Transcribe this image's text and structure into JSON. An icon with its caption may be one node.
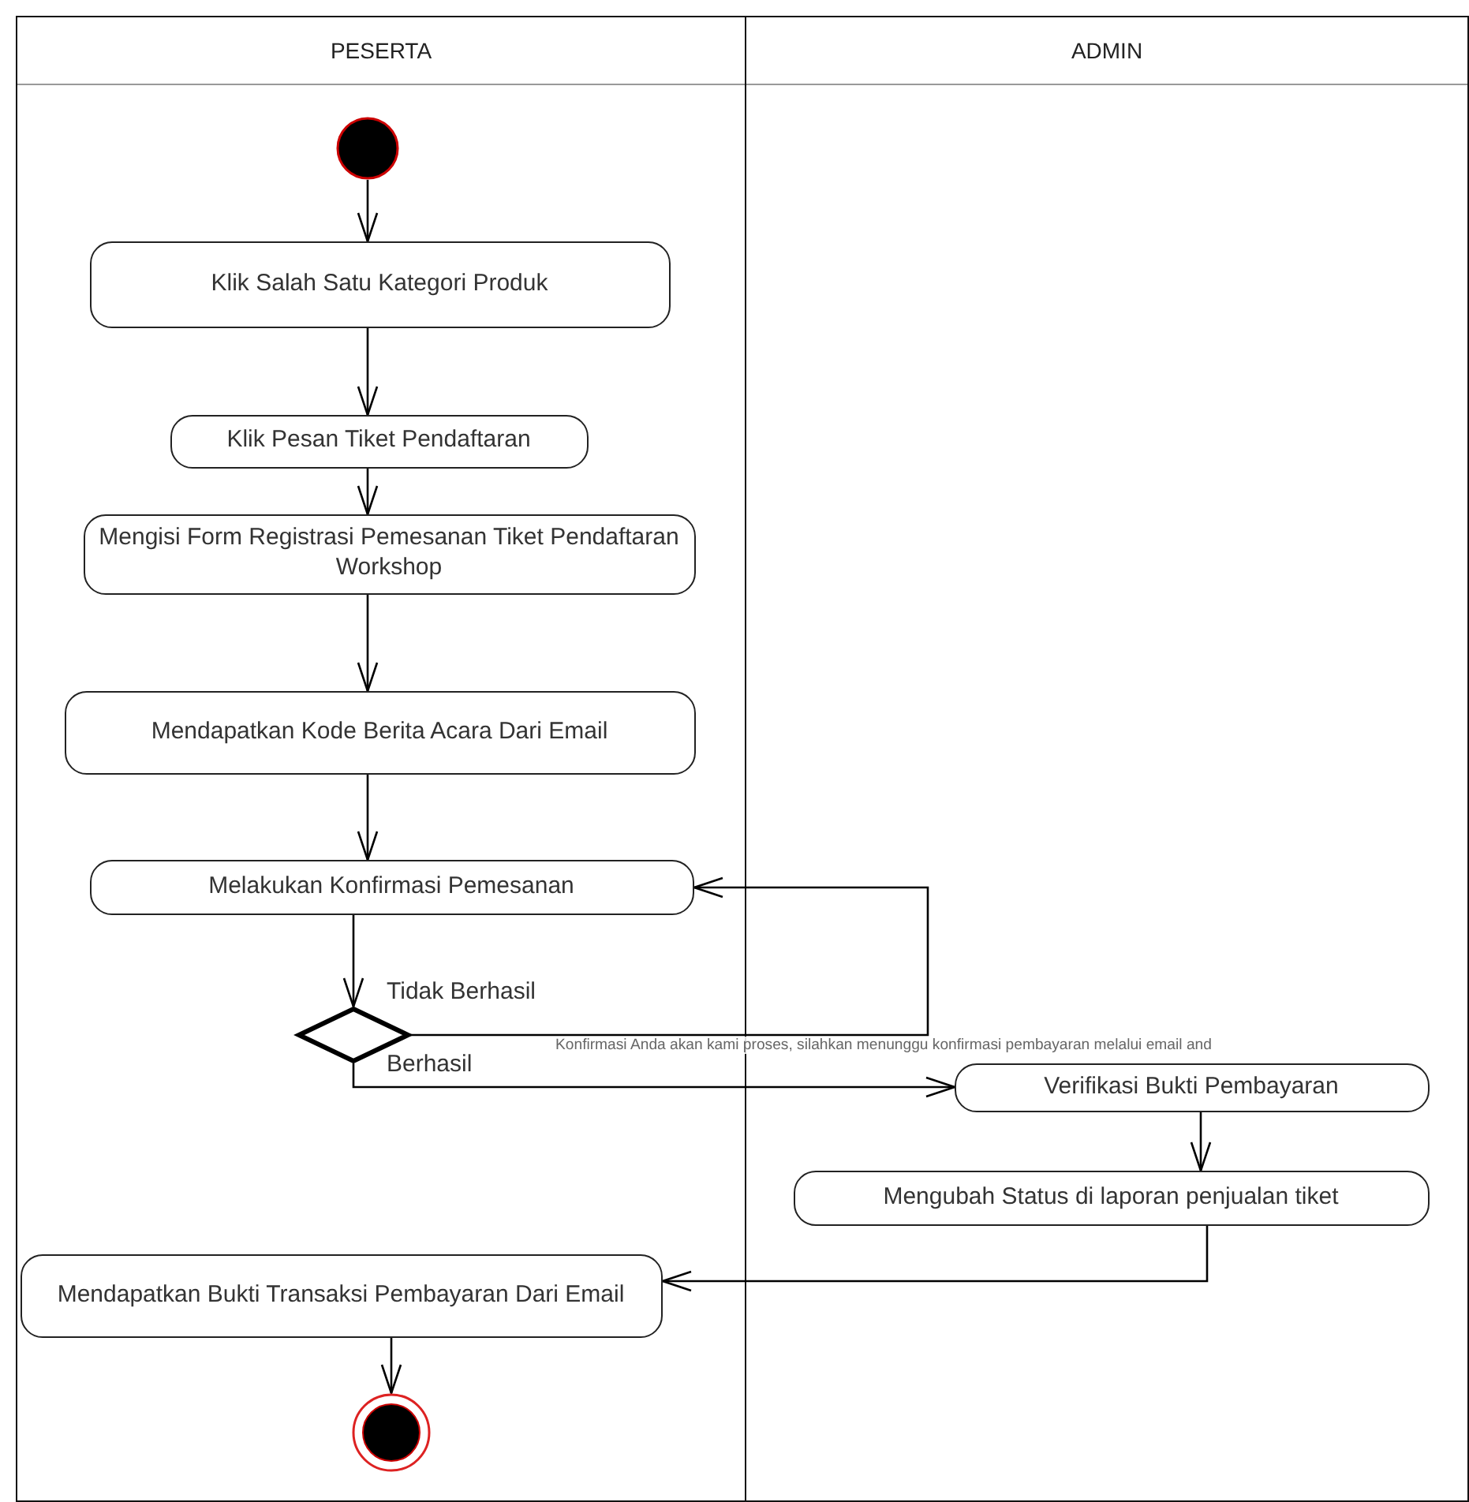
{
  "diagram": {
    "nodes": [
      {
        "text": [
          "PESERTA"
        ]
      },
      {
        "text": [
          "ADMIN"
        ]
      },
      {
        "text": [],
        "shape": "circle",
        "in": 0
      },
      {
        "text": [
          "Klik Salah Satu Kategori Produk"
        ],
        "in": 0
      },
      {
        "text": [
          "Klik Pesan Tiket Pendaftaran"
        ],
        "in": 0
      },
      {
        "text": [
          "Mengisi Form Registrasi Pemesanan Tiket Pendaftaran Workshop"
        ],
        "in": 0
      },
      {
        "text": [
          "Mendapatkan Kode Berita Acara Dari Email"
        ],
        "in": 0
      },
      {
        "text": [
          "Melakukan Konfirmasi Pemesanan"
        ],
        "in": 0
      },
      {
        "text": [],
        "shape": "diamond",
        "in": 0
      },
      {
        "text": [
          "Verifikasi Bukti Pembayaran"
        ],
        "in": 1
      },
      {
        "text": [
          "Mengubah Status di laporan penjualan tiket"
        ],
        "in": 1
      },
      {
        "text": [
          "Mendapatkan Bukti Transaksi Pembayaran Dari Email"
        ],
        "in": 0
      },
      {
        "text": [],
        "shape": "bullseye",
        "in": 0
      }
    ],
    "edges": [
      {
        "from": 2,
        "to": 3,
        "arrow": "to"
      },
      {
        "from": 3,
        "to": 4,
        "arrow": "to"
      },
      {
        "from": 4,
        "to": 5,
        "arrow": "to"
      },
      {
        "from": 5,
        "to": 6,
        "arrow": "to"
      },
      {
        "from": 6,
        "to": 7,
        "arrow": "to"
      },
      {
        "from": 7,
        "to": 8,
        "arrow": "to"
      },
      {
        "from": 8,
        "to": 7,
        "arrow": "to",
        "label": "Tidak Berhasil"
      },
      {
        "from": 8,
        "to": 9,
        "arrow": "to",
        "label": "Berhasil"
      },
      {
        "from": 9,
        "to": 10,
        "arrow": "to"
      },
      {
        "from": 10,
        "to": 11,
        "arrow": "to"
      },
      {
        "from": 11,
        "to": 12,
        "arrow": "to"
      }
    ],
    "labels": [
      "Konfirmasi Anda akan kami proses, silahkan menunggu konfirmasi pembayaran melalui email and"
    ]
  }
}
